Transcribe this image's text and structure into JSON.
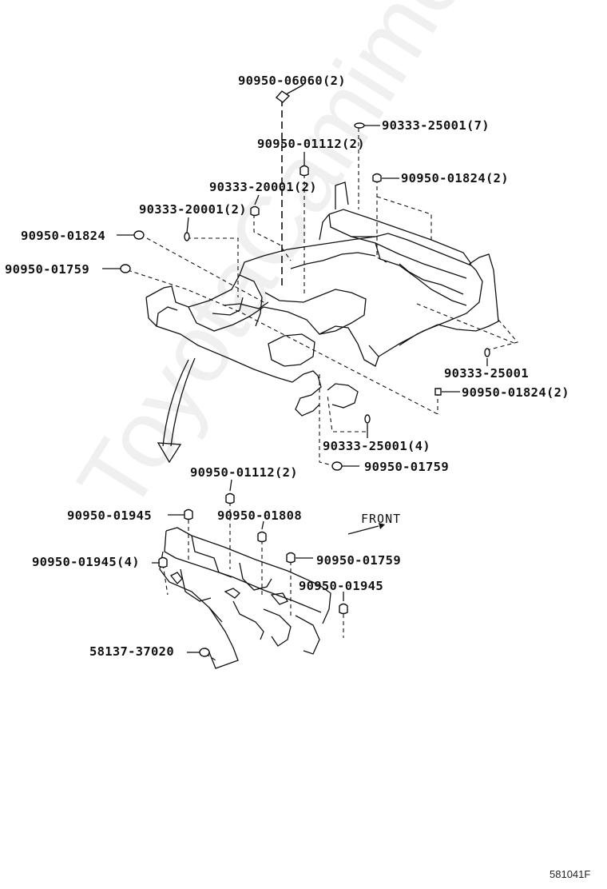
{
  "diagram": {
    "id_label": "581041F",
    "watermark": "ToyotaCamime.ru",
    "direction_label": "FRONT",
    "upper_callouts": [
      {
        "key": "c1",
        "text": "90950-06060(2)"
      },
      {
        "key": "c2",
        "text": "90333-25001(7)"
      },
      {
        "key": "c3",
        "text": "90950-01112(2)"
      },
      {
        "key": "c4",
        "text": "90950-01824(2)"
      },
      {
        "key": "c5",
        "text": "90333-20001(2)"
      },
      {
        "key": "c6",
        "text": "90333-20001(2)"
      },
      {
        "key": "c7",
        "text": "90950-01824"
      },
      {
        "key": "c8",
        "text": "90950-01759"
      },
      {
        "key": "c9",
        "text": "90333-25001"
      },
      {
        "key": "c10",
        "text": "90950-01824(2)"
      },
      {
        "key": "c11",
        "text": "90333-25001(4)"
      },
      {
        "key": "c12",
        "text": "90950-01759"
      }
    ],
    "lower_callouts": [
      {
        "key": "d1",
        "text": "90950-01112(2)"
      },
      {
        "key": "d2",
        "text": "90950-01945"
      },
      {
        "key": "d3",
        "text": "90950-01808"
      },
      {
        "key": "d4",
        "text": "90950-01759"
      },
      {
        "key": "d5",
        "text": "90950-01945(4)"
      },
      {
        "key": "d6",
        "text": "90950-01945"
      },
      {
        "key": "d7",
        "text": "58137-37020"
      }
    ]
  }
}
